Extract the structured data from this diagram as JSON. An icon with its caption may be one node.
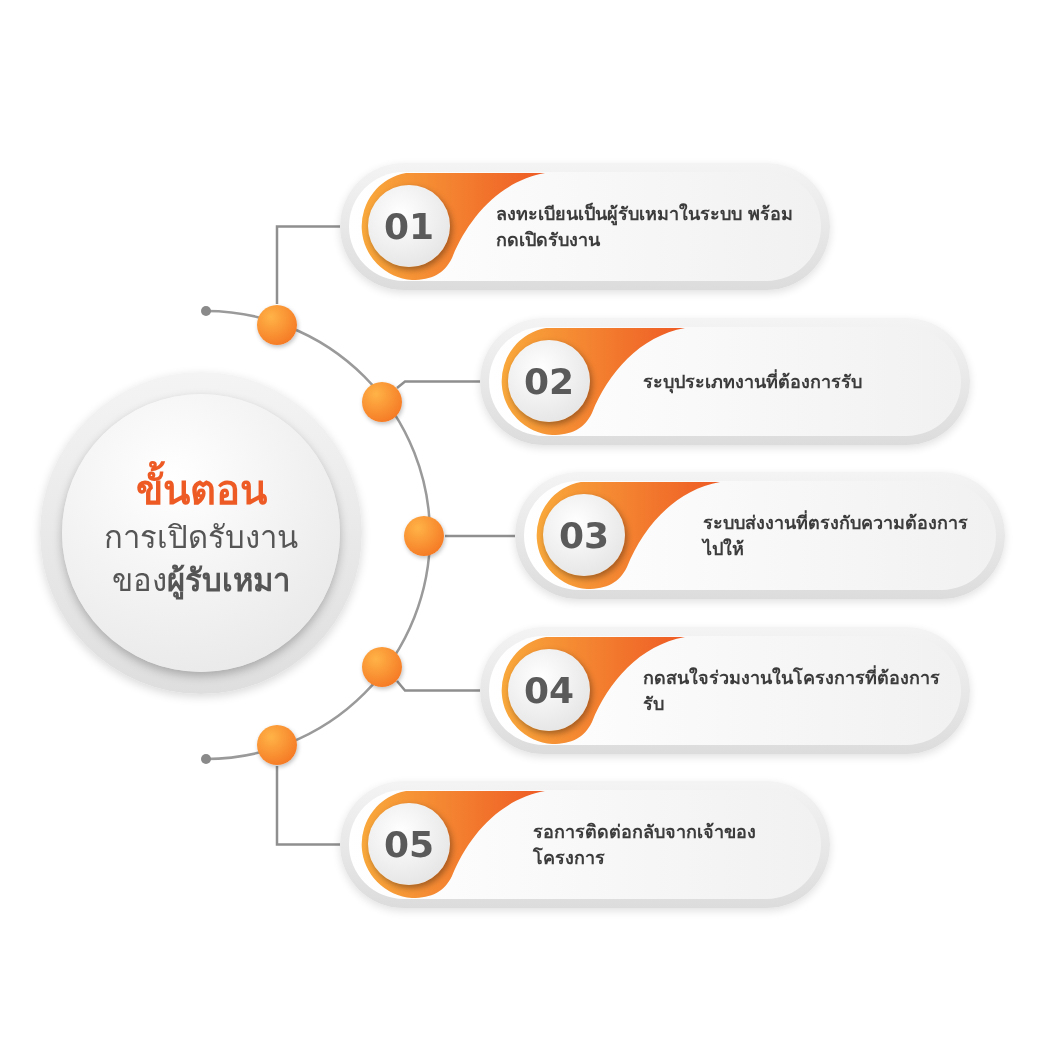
{
  "diagram": {
    "nodes": [
      {
        "text": [
          "ขั้นตอน",
          "การเปิดรับงานของ**ผู้รับเหมา**"
        ]
      },
      {
        "text": [
          "01",
          "ลงทะเบียนเป็นผู้รับเหมาในระบบ พร้อมกดเปิดรับงาน"
        ]
      },
      {
        "text": [
          "02",
          "ระบุประเภทงานที่ต้องการรับ"
        ]
      },
      {
        "text": [
          "03",
          "ระบบส่งงานที่ตรงกับความต้องการไปให้"
        ]
      },
      {
        "text": [
          "04",
          "กดสนใจร่วมงานในโครงการที่ต้องการรับ"
        ]
      },
      {
        "text": [
          "05",
          "รอการติดต่อกลับจากเจ้าของโครงการ"
        ]
      },
      {
        "text": [],
        "shape": "circle"
      },
      {
        "text": [],
        "shape": "circle"
      },
      {
        "text": [],
        "shape": "circle"
      },
      {
        "text": [],
        "shape": "circle"
      },
      {
        "text": [],
        "shape": "circle"
      }
    ],
    "edges": [
      {
        "from": 6,
        "to": 1,
        "arrow": "none"
      },
      {
        "from": 7,
        "to": 2,
        "arrow": "none"
      },
      {
        "from": 8,
        "to": 3,
        "arrow": "none"
      },
      {
        "from": 9,
        "to": 4,
        "arrow": "none"
      },
      {
        "from": 10,
        "to": 5,
        "arrow": "none"
      }
    ]
  }
}
